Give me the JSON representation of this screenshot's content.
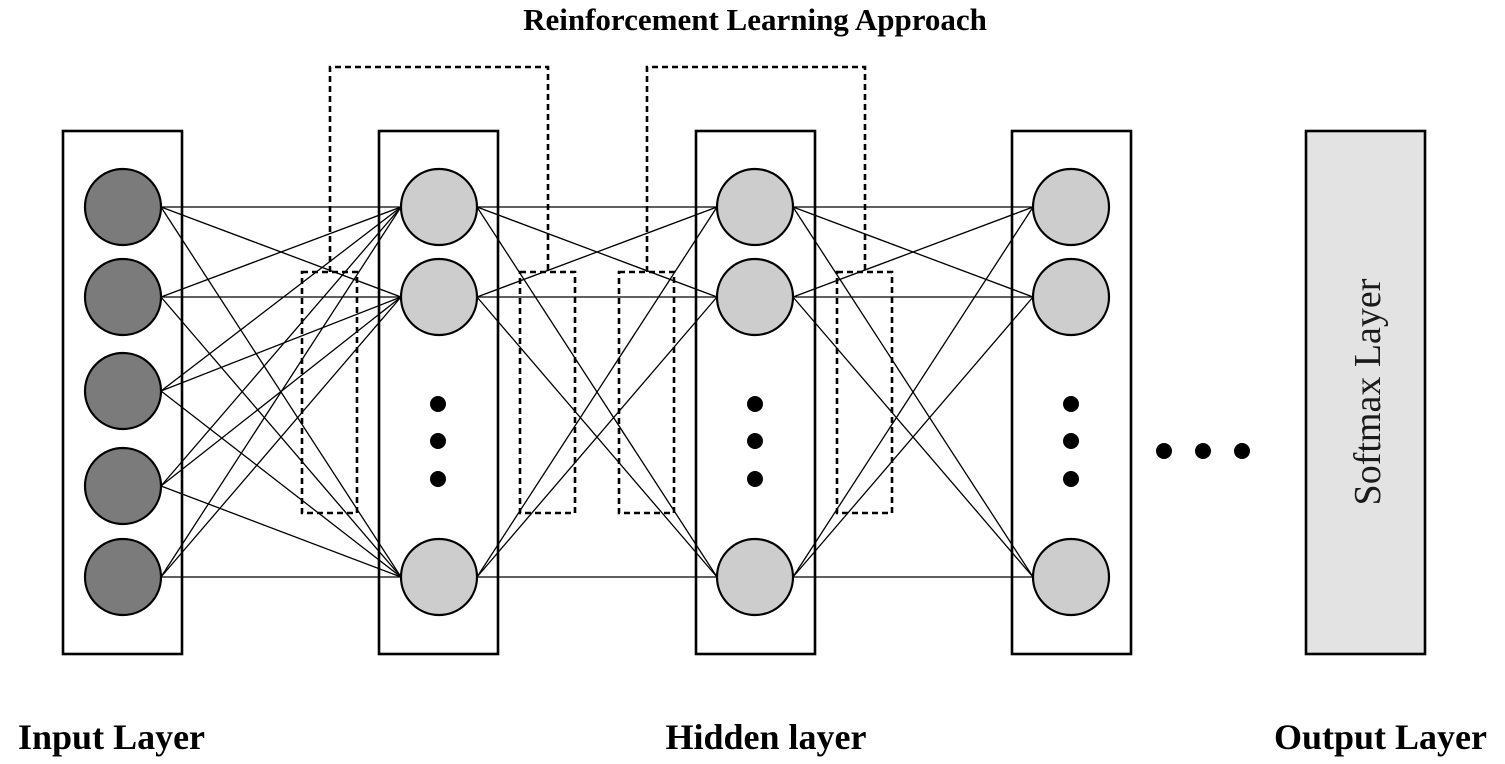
{
  "title": "Reinforcement Learning Approach",
  "labels": {
    "input": "Input Layer",
    "hidden": "Hidden layer",
    "output": "Output Layer"
  },
  "softmax_label": "Softmax Layer",
  "colors": {
    "input_node": "#7b7b7b",
    "hidden_node": "#cdcdcd",
    "softmax_fill": "#e3e3e3",
    "stroke": "#000000"
  }
}
